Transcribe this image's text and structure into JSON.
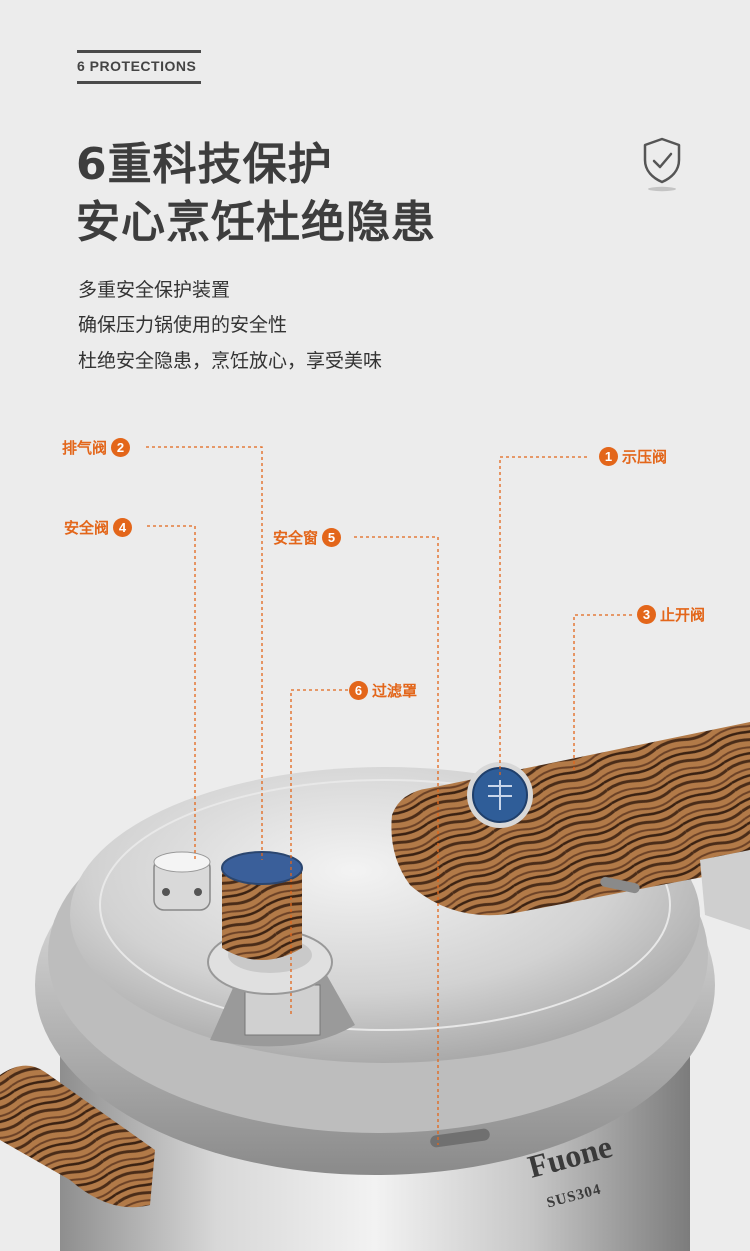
{
  "tag": "6 PROTECTIONS",
  "headline": [
    "6重科技保护",
    "安心烹饪杜绝隐患"
  ],
  "subtitle": [
    "多重安全保护装置",
    "确保压力锅使用的安全性",
    "杜绝安全隐患，烹饪放心，享受美味"
  ],
  "callouts": {
    "c1": {
      "num": "1",
      "label": "示压阀"
    },
    "c2": {
      "num": "2",
      "label": "排气阀"
    },
    "c3": {
      "num": "3",
      "label": "止开阀"
    },
    "c4": {
      "num": "4",
      "label": "安全阀"
    },
    "c5": {
      "num": "5",
      "label": "安全窗"
    },
    "c6": {
      "num": "6",
      "label": "过滤罩"
    }
  },
  "product": {
    "brand": "Fuone",
    "model": "SUS304"
  },
  "colors": {
    "accent": "#e3661a",
    "background": "#ececec"
  },
  "icons": [
    "shield-check-icon"
  ]
}
